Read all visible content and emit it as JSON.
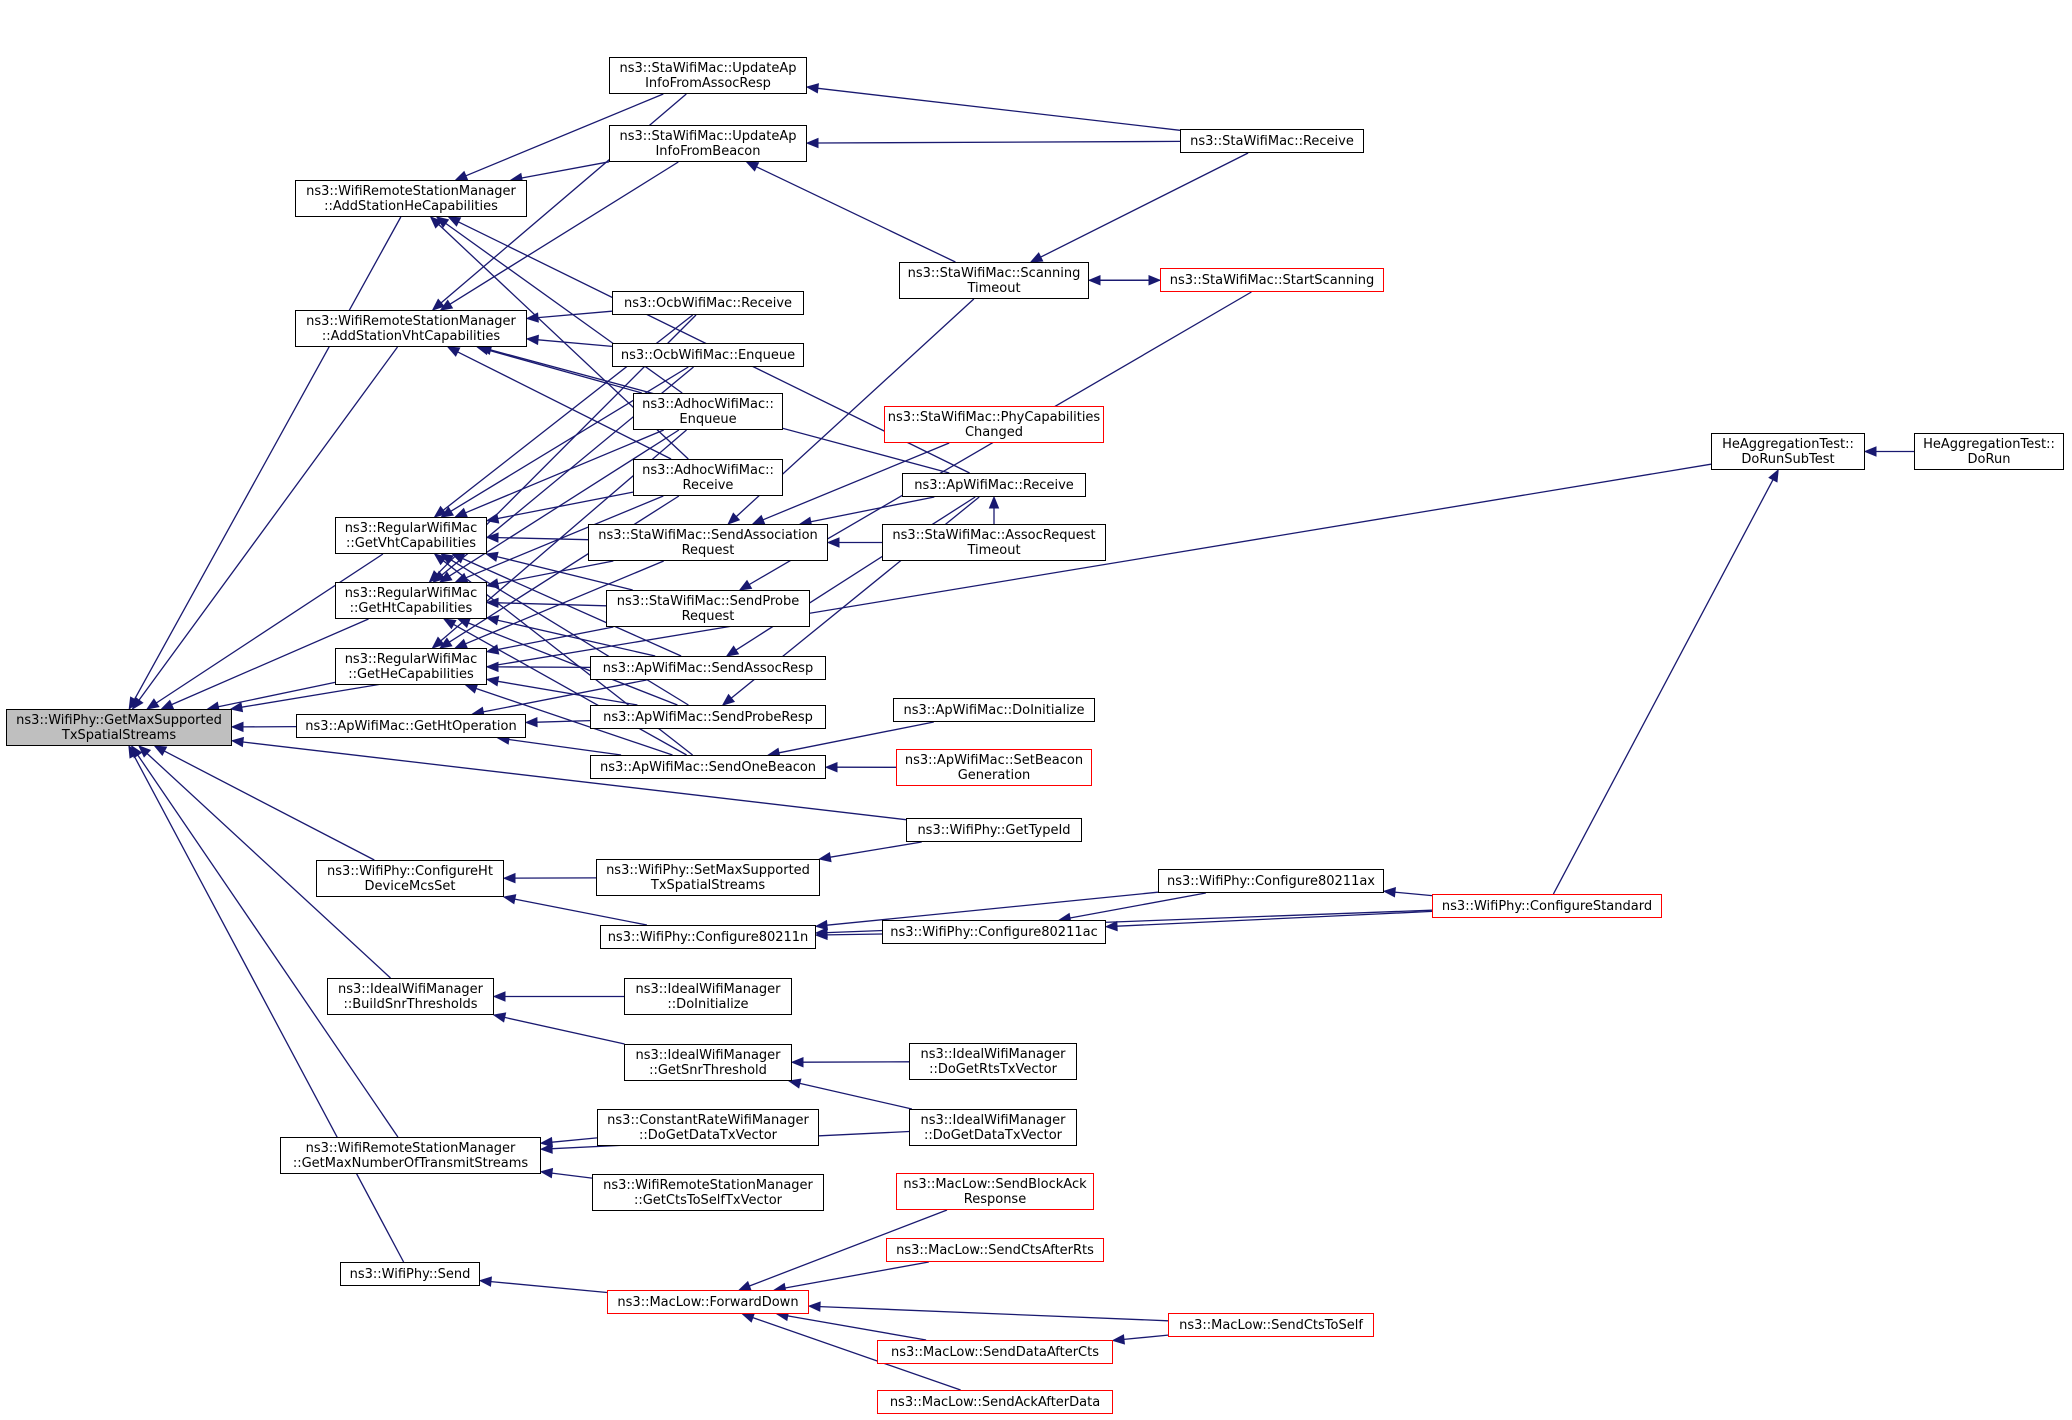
{
  "colors": {
    "edge": "#191970",
    "border": "#000000",
    "border_truncated": "#ff0000",
    "root_fill": "#bfbfbf",
    "background": "#ffffff"
  },
  "nodes": {
    "root": {
      "label": "ns3::WifiPhy::GetMaxSupported\nTxSpatialStreams",
      "outline": "black"
    },
    "addHe": {
      "label": "ns3::WifiRemoteStationManager\n::AddStationHeCapabilities",
      "outline": "black"
    },
    "addVht": {
      "label": "ns3::WifiRemoteStationManager\n::AddStationVhtCapabilities",
      "outline": "black"
    },
    "getVht": {
      "label": "ns3::RegularWifiMac\n::GetVhtCapabilities",
      "outline": "black"
    },
    "getHt": {
      "label": "ns3::RegularWifiMac\n::GetHtCapabilities",
      "outline": "black"
    },
    "getHe": {
      "label": "ns3::RegularWifiMac\n::GetHeCapabilities",
      "outline": "black"
    },
    "getHtOp": {
      "label": "ns3::ApWifiMac::GetHtOperation",
      "outline": "black"
    },
    "cfgHtMcs": {
      "label": "ns3::WifiPhy::ConfigureHt\nDeviceMcsSet",
      "outline": "black"
    },
    "buildSnr": {
      "label": "ns3::IdealWifiManager\n::BuildSnrThresholds",
      "outline": "black"
    },
    "getMaxTx": {
      "label": "ns3::WifiRemoteStationManager\n::GetMaxNumberOfTransmitStreams",
      "outline": "black"
    },
    "phySend": {
      "label": "ns3::WifiPhy::Send",
      "outline": "black"
    },
    "updAssoc": {
      "label": "ns3::StaWifiMac::UpdateAp\nInfoFromAssocResp",
      "outline": "black"
    },
    "updBeacon": {
      "label": "ns3::StaWifiMac::UpdateAp\nInfoFromBeacon",
      "outline": "black"
    },
    "ocbRecv": {
      "label": "ns3::OcbWifiMac::Receive",
      "outline": "black"
    },
    "ocbEnq": {
      "label": "ns3::OcbWifiMac::Enqueue",
      "outline": "black"
    },
    "adhocEnq": {
      "label": "ns3::AdhocWifiMac::\nEnqueue",
      "outline": "black"
    },
    "adhocRecv": {
      "label": "ns3::AdhocWifiMac::\nReceive",
      "outline": "black"
    },
    "sendAssoc": {
      "label": "ns3::StaWifiMac::SendAssociation\nRequest",
      "outline": "black"
    },
    "sendProbe": {
      "label": "ns3::StaWifiMac::SendProbe\nRequest",
      "outline": "black"
    },
    "sendAResp": {
      "label": "ns3::ApWifiMac::SendAssocResp",
      "outline": "black"
    },
    "sendPResp": {
      "label": "ns3::ApWifiMac::SendProbeResp",
      "outline": "black"
    },
    "sendBeacon": {
      "label": "ns3::ApWifiMac::SendOneBeacon",
      "outline": "black"
    },
    "setMaxTx": {
      "label": "ns3::WifiPhy::SetMaxSupported\nTxSpatialStreams",
      "outline": "black"
    },
    "cfg11n": {
      "label": "ns3::WifiPhy::Configure80211n",
      "outline": "black"
    },
    "idealInit": {
      "label": "ns3::IdealWifiManager\n::DoInitialize",
      "outline": "black"
    },
    "getSnr": {
      "label": "ns3::IdealWifiManager\n::GetSnrThreshold",
      "outline": "black"
    },
    "constData": {
      "label": "ns3::ConstantRateWifiManager\n::DoGetDataTxVector",
      "outline": "black"
    },
    "ctsSelfVec": {
      "label": "ns3::WifiRemoteStationManager\n::GetCtsToSelfTxVector",
      "outline": "black"
    },
    "fwdDown": {
      "label": "ns3::MacLow::ForwardDown",
      "outline": "red"
    },
    "staRecv": {
      "label": "ns3::StaWifiMac::Receive",
      "outline": "black"
    },
    "scanTO": {
      "label": "ns3::StaWifiMac::Scanning\nTimeout",
      "outline": "black"
    },
    "startScan": {
      "label": "ns3::StaWifiMac::StartScanning",
      "outline": "red"
    },
    "phyCap": {
      "label": "ns3::StaWifiMac::PhyCapabilities\nChanged",
      "outline": "red"
    },
    "apRecv": {
      "label": "ns3::ApWifiMac::Receive",
      "outline": "black"
    },
    "assocTO": {
      "label": "ns3::StaWifiMac::AssocRequest\nTimeout",
      "outline": "black"
    },
    "apInit": {
      "label": "ns3::ApWifiMac::DoInitialize",
      "outline": "black"
    },
    "setBeacon": {
      "label": "ns3::ApWifiMac::SetBeacon\nGeneration",
      "outline": "red"
    },
    "getTypeId": {
      "label": "ns3::WifiPhy::GetTypeId",
      "outline": "black"
    },
    "cfg11ax": {
      "label": "ns3::WifiPhy::Configure80211ax",
      "outline": "black"
    },
    "cfg11ac": {
      "label": "ns3::WifiPhy::Configure80211ac",
      "outline": "black"
    },
    "cfgStd": {
      "label": "ns3::WifiPhy::ConfigureStandard",
      "outline": "red"
    },
    "idealRts": {
      "label": "ns3::IdealWifiManager\n::DoGetRtsTxVector",
      "outline": "black"
    },
    "idealData": {
      "label": "ns3::IdealWifiManager\n::DoGetDataTxVector",
      "outline": "black"
    },
    "blockAck": {
      "label": "ns3::MacLow::SendBlockAck\nResponse",
      "outline": "red"
    },
    "ctsAftRts": {
      "label": "ns3::MacLow::SendCtsAfterRts",
      "outline": "red"
    },
    "ctsToSelf": {
      "label": "ns3::MacLow::SendCtsToSelf",
      "outline": "red"
    },
    "dataAftCts": {
      "label": "ns3::MacLow::SendDataAfterCts",
      "outline": "red"
    },
    "ackAftData": {
      "label": "ns3::MacLow::SendAckAfterData",
      "outline": "red"
    },
    "heSub": {
      "label": "HeAggregationTest::\nDoRunSubTest",
      "outline": "black"
    },
    "heRun": {
      "label": "HeAggregationTest::\nDoRun",
      "outline": "black"
    }
  },
  "edges": [
    [
      "addHe",
      "root"
    ],
    [
      "addVht",
      "root"
    ],
    [
      "getVht",
      "root"
    ],
    [
      "getHt",
      "root"
    ],
    [
      "getHe",
      "root"
    ],
    [
      "getHtOp",
      "root"
    ],
    [
      "cfgHtMcs",
      "root"
    ],
    [
      "buildSnr",
      "root"
    ],
    [
      "getMaxTx",
      "root"
    ],
    [
      "phySend",
      "root"
    ],
    [
      "getTypeId",
      "root"
    ],
    [
      "heSub",
      "root"
    ],
    [
      "updAssoc",
      "addHe"
    ],
    [
      "updBeacon",
      "addHe"
    ],
    [
      "adhocEnq",
      "addHe"
    ],
    [
      "adhocRecv",
      "addHe"
    ],
    [
      "apRecv",
      "addHe"
    ],
    [
      "updAssoc",
      "addVht"
    ],
    [
      "updBeacon",
      "addVht"
    ],
    [
      "ocbRecv",
      "addVht"
    ],
    [
      "ocbEnq",
      "addVht"
    ],
    [
      "adhocEnq",
      "addVht"
    ],
    [
      "adhocRecv",
      "addVht"
    ],
    [
      "apRecv",
      "addVht"
    ],
    [
      "ocbRecv",
      "getVht"
    ],
    [
      "ocbEnq",
      "getVht"
    ],
    [
      "adhocEnq",
      "getVht"
    ],
    [
      "adhocRecv",
      "getVht"
    ],
    [
      "sendAssoc",
      "getVht"
    ],
    [
      "sendProbe",
      "getVht"
    ],
    [
      "sendAResp",
      "getVht"
    ],
    [
      "sendPResp",
      "getVht"
    ],
    [
      "sendBeacon",
      "getVht"
    ],
    [
      "ocbRecv",
      "getHt"
    ],
    [
      "ocbEnq",
      "getHt"
    ],
    [
      "adhocEnq",
      "getHt"
    ],
    [
      "adhocRecv",
      "getHt"
    ],
    [
      "sendAssoc",
      "getHt"
    ],
    [
      "sendProbe",
      "getHt"
    ],
    [
      "sendAResp",
      "getHt"
    ],
    [
      "sendPResp",
      "getHt"
    ],
    [
      "sendBeacon",
      "getHt"
    ],
    [
      "adhocEnq",
      "getHe"
    ],
    [
      "adhocRecv",
      "getHe"
    ],
    [
      "sendAssoc",
      "getHe"
    ],
    [
      "sendProbe",
      "getHe"
    ],
    [
      "sendAResp",
      "getHe"
    ],
    [
      "sendPResp",
      "getHe"
    ],
    [
      "sendBeacon",
      "getHe"
    ],
    [
      "sendAResp",
      "getHtOp"
    ],
    [
      "sendPResp",
      "getHtOp"
    ],
    [
      "sendBeacon",
      "getHtOp"
    ],
    [
      "setMaxTx",
      "cfgHtMcs"
    ],
    [
      "cfg11n",
      "cfgHtMcs"
    ],
    [
      "idealInit",
      "buildSnr"
    ],
    [
      "getSnr",
      "buildSnr"
    ],
    [
      "constData",
      "getMaxTx"
    ],
    [
      "ctsSelfVec",
      "getMaxTx"
    ],
    [
      "idealData",
      "getMaxTx"
    ],
    [
      "fwdDown",
      "phySend"
    ],
    [
      "staRecv",
      "updAssoc"
    ],
    [
      "staRecv",
      "updBeacon"
    ],
    [
      "scanTO",
      "updBeacon"
    ],
    [
      "scanTO",
      "sendAssoc"
    ],
    [
      "phyCap",
      "sendAssoc"
    ],
    [
      "apRecv",
      "sendAssoc"
    ],
    [
      "assocTO",
      "sendAssoc"
    ],
    [
      "startScan",
      "sendProbe"
    ],
    [
      "apRecv",
      "sendAResp"
    ],
    [
      "apRecv",
      "sendPResp"
    ],
    [
      "apInit",
      "sendBeacon"
    ],
    [
      "setBeacon",
      "sendBeacon"
    ],
    [
      "getTypeId",
      "setMaxTx"
    ],
    [
      "cfg11ax",
      "cfg11n"
    ],
    [
      "cfg11ac",
      "cfg11n"
    ],
    [
      "cfgStd",
      "cfg11n"
    ],
    [
      "idealRts",
      "getSnr"
    ],
    [
      "idealData",
      "getSnr"
    ],
    [
      "blockAck",
      "fwdDown"
    ],
    [
      "ctsAftRts",
      "fwdDown"
    ],
    [
      "ctsToSelf",
      "fwdDown"
    ],
    [
      "dataAftCts",
      "fwdDown"
    ],
    [
      "ackAftData",
      "fwdDown"
    ],
    [
      "staRecv",
      "scanTO"
    ],
    [
      "startScan",
      "scanTO"
    ],
    [
      "scanTO",
      "startScan"
    ],
    [
      "assocTO",
      "apRecv"
    ],
    [
      "ctsToSelf",
      "dataAftCts"
    ],
    [
      "cfg11ax",
      "cfg11ac"
    ],
    [
      "cfgStd",
      "cfg11ac"
    ],
    [
      "cfgStd",
      "cfg11ax"
    ],
    [
      "cfgStd",
      "heSub"
    ],
    [
      "heRun",
      "heSub"
    ]
  ]
}
